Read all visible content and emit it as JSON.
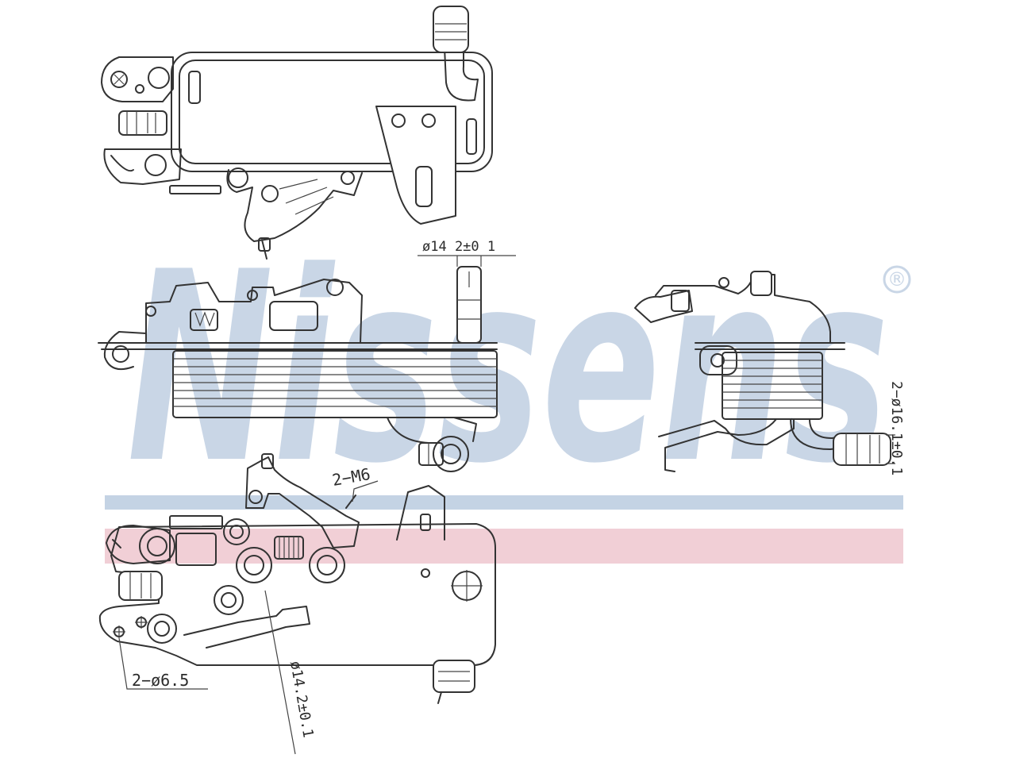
{
  "watermark": {
    "brand": "Nissens",
    "registered_mark": "®",
    "colors": {
      "text": "#c9d6e6",
      "band_blue": "#c4d3e4",
      "band_red": "#f1cfd6"
    }
  },
  "dimensions": {
    "top_pipe_diameter": "ø14 2±0 1",
    "outlet_pipes_diameter": "2−ø16.1±0.1",
    "bolt_thread": "2−M6",
    "mount_holes": "2−ø6.5",
    "bottom_pipe_diameter": "ø14.2±0.1"
  },
  "line_color": "#333333"
}
